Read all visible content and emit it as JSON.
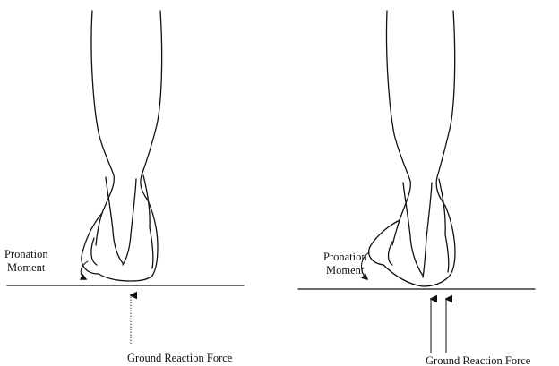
{
  "panels": [
    {
      "moment_label": [
        "Pronation",
        "Moment"
      ],
      "force_label": "Ground Reaction Force",
      "force_arrows": 1
    },
    {
      "moment_label": [
        "Pronation",
        "Moment"
      ],
      "force_label": "Ground Reaction Force",
      "force_arrows": 2
    }
  ]
}
